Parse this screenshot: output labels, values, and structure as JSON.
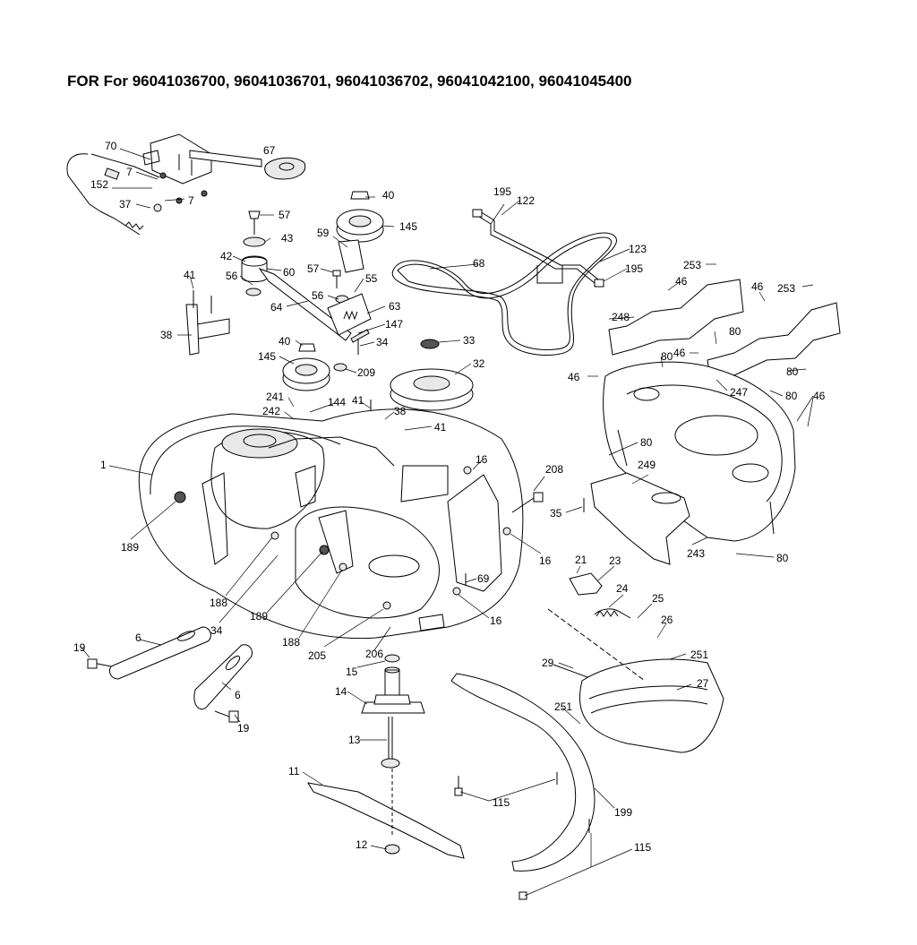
{
  "title": "FOR For 96041036700, 96041036701, 96041036702, 96041042100, 96041045400",
  "callouts": [
    {
      "id": "c70",
      "text": "70"
    },
    {
      "id": "c67",
      "text": "67"
    },
    {
      "id": "c7a",
      "text": "7"
    },
    {
      "id": "c7b",
      "text": "7"
    },
    {
      "id": "c152",
      "text": "152"
    },
    {
      "id": "c37",
      "text": "37"
    },
    {
      "id": "c40a",
      "text": "40"
    },
    {
      "id": "c57a",
      "text": "57"
    },
    {
      "id": "c145a",
      "text": "145"
    },
    {
      "id": "c195a",
      "text": "195"
    },
    {
      "id": "c122",
      "text": "122"
    },
    {
      "id": "c43",
      "text": "43"
    },
    {
      "id": "c59",
      "text": "59"
    },
    {
      "id": "c42",
      "text": "42"
    },
    {
      "id": "c60",
      "text": "60"
    },
    {
      "id": "c56a",
      "text": "56"
    },
    {
      "id": "c57b",
      "text": "57"
    },
    {
      "id": "c68",
      "text": "68"
    },
    {
      "id": "c123",
      "text": "123"
    },
    {
      "id": "c195b",
      "text": "195"
    },
    {
      "id": "c253a",
      "text": "253"
    },
    {
      "id": "c41a",
      "text": "41"
    },
    {
      "id": "c55",
      "text": "55"
    },
    {
      "id": "c46a",
      "text": "46"
    },
    {
      "id": "c46b",
      "text": "46"
    },
    {
      "id": "c253b",
      "text": "253"
    },
    {
      "id": "c56b",
      "text": "56"
    },
    {
      "id": "c64",
      "text": "64"
    },
    {
      "id": "c63",
      "text": "63"
    },
    {
      "id": "c147",
      "text": "147"
    },
    {
      "id": "c248",
      "text": "248"
    },
    {
      "id": "c38a",
      "text": "38"
    },
    {
      "id": "c40b",
      "text": "40"
    },
    {
      "id": "c34a",
      "text": "34"
    },
    {
      "id": "c33",
      "text": "33"
    },
    {
      "id": "c80a",
      "text": "80"
    },
    {
      "id": "c46c",
      "text": "46"
    },
    {
      "id": "c80b",
      "text": "80"
    },
    {
      "id": "c145b",
      "text": "145"
    },
    {
      "id": "c209",
      "text": "209"
    },
    {
      "id": "c32",
      "text": "32"
    },
    {
      "id": "c46d",
      "text": "46"
    },
    {
      "id": "c80c",
      "text": "80"
    },
    {
      "id": "c247",
      "text": "247"
    },
    {
      "id": "c80d",
      "text": "80"
    },
    {
      "id": "c241",
      "text": "241"
    },
    {
      "id": "c144",
      "text": "144"
    },
    {
      "id": "c41b",
      "text": "41"
    },
    {
      "id": "c46e",
      "text": "46"
    },
    {
      "id": "c242",
      "text": "242"
    },
    {
      "id": "c38b",
      "text": "38"
    },
    {
      "id": "c41c",
      "text": "41"
    },
    {
      "id": "c80e",
      "text": "80"
    },
    {
      "id": "c1",
      "text": "1"
    },
    {
      "id": "c16a",
      "text": "16"
    },
    {
      "id": "c208",
      "text": "208"
    },
    {
      "id": "c249",
      "text": "249"
    },
    {
      "id": "c35",
      "text": "35"
    },
    {
      "id": "c189a",
      "text": "189"
    },
    {
      "id": "c16b",
      "text": "16"
    },
    {
      "id": "c243",
      "text": "243"
    },
    {
      "id": "c80f",
      "text": "80"
    },
    {
      "id": "c21",
      "text": "21"
    },
    {
      "id": "c23",
      "text": "23"
    },
    {
      "id": "c69",
      "text": "69"
    },
    {
      "id": "c188a",
      "text": "188"
    },
    {
      "id": "c24",
      "text": "24"
    },
    {
      "id": "c25",
      "text": "25"
    },
    {
      "id": "c16c",
      "text": "16"
    },
    {
      "id": "c189b",
      "text": "189"
    },
    {
      "id": "c34b",
      "text": "34"
    },
    {
      "id": "c26",
      "text": "26"
    },
    {
      "id": "c6a",
      "text": "6"
    },
    {
      "id": "c188b",
      "text": "188"
    },
    {
      "id": "c205",
      "text": "205"
    },
    {
      "id": "c206",
      "text": "206"
    },
    {
      "id": "c251a",
      "text": "251"
    },
    {
      "id": "c19a",
      "text": "19"
    },
    {
      "id": "c15",
      "text": "15"
    },
    {
      "id": "c29",
      "text": "29"
    },
    {
      "id": "c6b",
      "text": "6"
    },
    {
      "id": "c14",
      "text": "14"
    },
    {
      "id": "c27",
      "text": "27"
    },
    {
      "id": "c251b",
      "text": "251"
    },
    {
      "id": "c19b",
      "text": "19"
    },
    {
      "id": "c13",
      "text": "13"
    },
    {
      "id": "c11",
      "text": "11"
    },
    {
      "id": "c115a",
      "text": "115"
    },
    {
      "id": "c199",
      "text": "199"
    },
    {
      "id": "c12",
      "text": "12"
    },
    {
      "id": "c115b",
      "text": "115"
    }
  ]
}
